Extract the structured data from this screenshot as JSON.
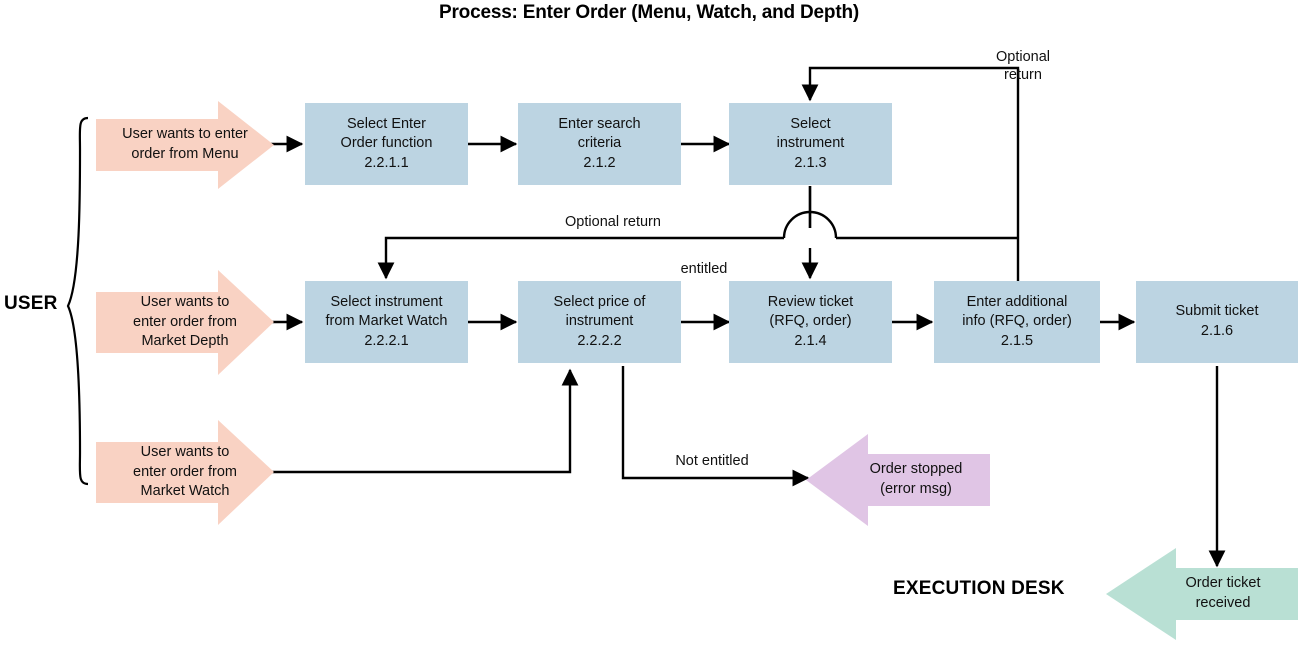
{
  "diagram": {
    "title": "Process: Enter Order (Menu, Watch, and Depth)",
    "type": "flowchart",
    "colors": {
      "process_fill": "#bcd4e2",
      "start_fill": "#f9d2c3",
      "error_fill": "#e0c5e5",
      "end_fill": "#b9e0d4",
      "line": "#000000",
      "text": "#111111"
    },
    "lanes": [
      {
        "id": "user",
        "label": "USER"
      },
      {
        "id": "execution_desk",
        "label": "EXECUTION DESK"
      }
    ],
    "start_arrows": [
      {
        "id": "start_menu",
        "text": "User wants to enter\norder from Menu"
      },
      {
        "id": "start_depth",
        "text": "User wants to\nenter order from\nMarket Depth"
      },
      {
        "id": "start_watch",
        "text": "User wants to\nenter order from\nMarket Watch"
      }
    ],
    "process_boxes": [
      {
        "id": "p_select_enter_order",
        "text": "Select Enter\nOrder function\n2.2.1.1"
      },
      {
        "id": "p_enter_search_criteria",
        "text": "Enter search\ncriteria\n2.1.2"
      },
      {
        "id": "p_select_instrument",
        "text": "Select\ninstrument\n2.1.3"
      },
      {
        "id": "p_select_instrument_mw",
        "text": "Select instrument\nfrom Market Watch\n2.2.2.1"
      },
      {
        "id": "p_select_price",
        "text": "Select price of\ninstrument\n2.2.2.2"
      },
      {
        "id": "p_review_ticket",
        "text": "Review ticket\n(RFQ, order)\n2.1.4"
      },
      {
        "id": "p_enter_additional_info",
        "text": "Enter additional\ninfo (RFQ, order)\n2.1.5"
      },
      {
        "id": "p_submit_ticket",
        "text": "Submit ticket\n2.1.6"
      }
    ],
    "terminators": [
      {
        "id": "t_order_stopped",
        "text": "Order stopped\n(error msg)"
      },
      {
        "id": "t_order_received",
        "text": "Order ticket\nreceived"
      }
    ],
    "edge_labels": [
      {
        "id": "lbl_optional_return_top",
        "text": "Optional\nreturn"
      },
      {
        "id": "lbl_optional_return_mid",
        "text": "Optional return"
      },
      {
        "id": "lbl_entitled",
        "text": "entitled"
      },
      {
        "id": "lbl_not_entitled",
        "text": "Not entitled"
      }
    ]
  }
}
